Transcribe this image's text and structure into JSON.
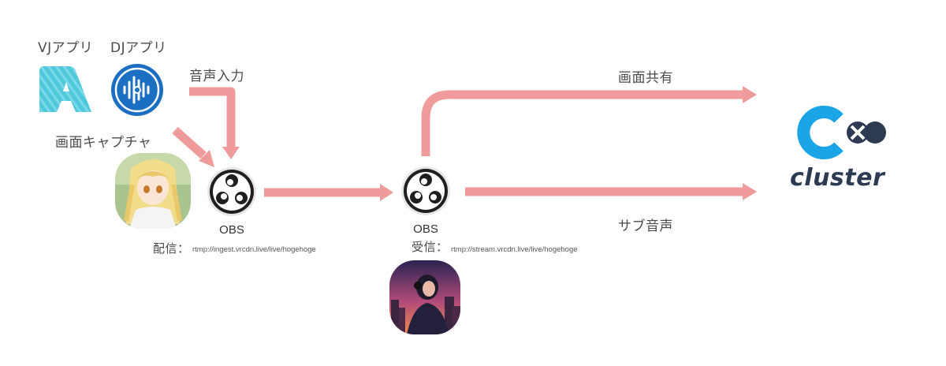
{
  "labels": {
    "vj_app": "VJアプリ",
    "dj_app": "DJアプリ",
    "audio_input": "音声入力",
    "screen_capture": "画面キャプチャ",
    "screen_share": "画面共有",
    "sub_audio": "サブ音声"
  },
  "sender": {
    "caption": "OBS",
    "label": "配信：",
    "url": "rtmp://ingest.vrcdn.live/live/hogehoge"
  },
  "receiver": {
    "caption": "OBS",
    "label": "受信：",
    "url": "rtmp://stream.vrcdn.live/live/hogehoge"
  },
  "logo": {
    "text": "cluster"
  },
  "colors": {
    "arrow": "#ef9b9b",
    "vj_app_icon": "#4fc8dc",
    "dj_app_icon": "#1b6fc2",
    "cluster_blue": "#1aa6e6",
    "cluster_dark": "#2c3a52",
    "obs_circle": "#1f1f1f"
  }
}
